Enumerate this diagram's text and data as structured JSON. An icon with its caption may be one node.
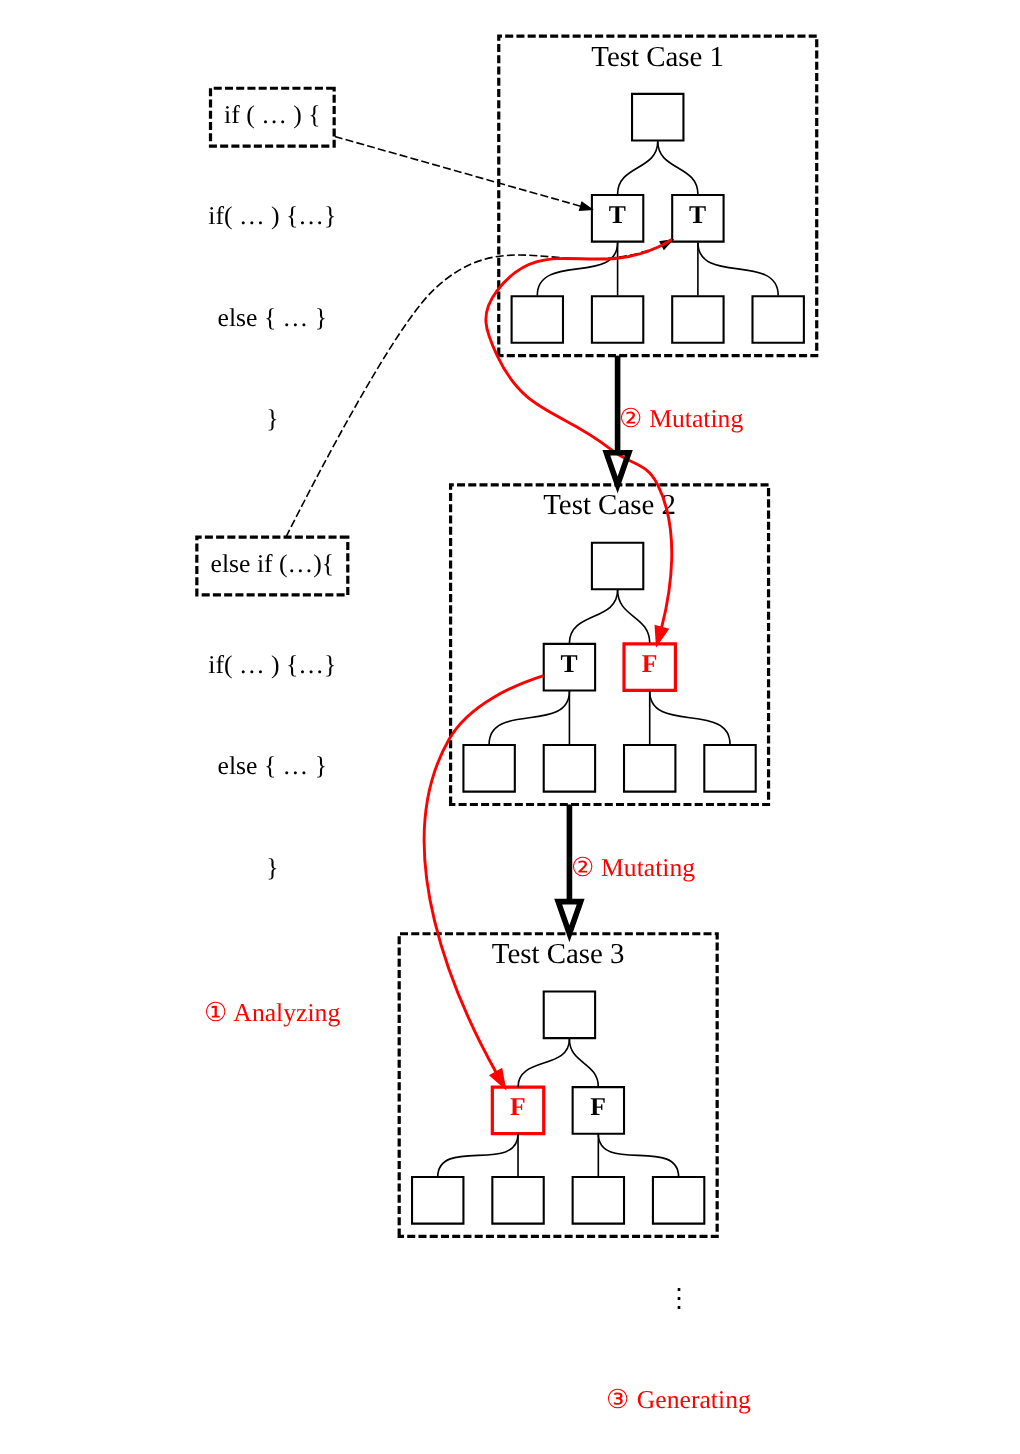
{
  "diagram": {
    "nodes": [
      {
        "text": [
          "if ( … ) {"
        ]
      },
      {
        "text": [
          "else if (…){"
        ]
      },
      {
        "text": [
          "Test Case 1"
        ]
      },
      {
        "text": [],
        "shape": "box",
        "in": 2
      },
      {
        "text": [
          "T"
        ],
        "in": 2
      },
      {
        "text": [
          "T"
        ],
        "in": 2
      },
      {
        "text": [],
        "shape": "box",
        "in": 2
      },
      {
        "text": [],
        "shape": "box",
        "in": 2
      },
      {
        "text": [],
        "shape": "box",
        "in": 2
      },
      {
        "text": [],
        "shape": "box",
        "in": 2
      },
      {
        "text": [
          "Test Case 2"
        ]
      },
      {
        "text": [],
        "shape": "box",
        "in": 10
      },
      {
        "text": [
          "T"
        ],
        "in": 10
      },
      {
        "text": [
          "F"
        ],
        "in": 10
      },
      {
        "text": [],
        "shape": "box",
        "in": 10
      },
      {
        "text": [],
        "shape": "box",
        "in": 10
      },
      {
        "text": [],
        "shape": "box",
        "in": 10
      },
      {
        "text": [],
        "shape": "box",
        "in": 10
      },
      {
        "text": [
          "Test Case 3"
        ]
      },
      {
        "text": [],
        "shape": "box",
        "in": 18
      },
      {
        "text": [
          "F"
        ],
        "in": 18
      },
      {
        "text": [
          "F"
        ],
        "in": 18
      },
      {
        "text": [],
        "shape": "box",
        "in": 18
      },
      {
        "text": [],
        "shape": "box",
        "in": 18
      },
      {
        "text": [],
        "shape": "box",
        "in": 18
      },
      {
        "text": [],
        "shape": "box",
        "in": 18
      }
    ],
    "edges": [
      {
        "from": 3,
        "to": 4,
        "arrow": "none"
      },
      {
        "from": 3,
        "to": 5,
        "arrow": "none"
      },
      {
        "from": 4,
        "to": 6,
        "arrow": "none"
      },
      {
        "from": 4,
        "to": 7,
        "arrow": "none"
      },
      {
        "from": 5,
        "to": 8,
        "arrow": "none"
      },
      {
        "from": 5,
        "to": 9,
        "arrow": "none"
      },
      {
        "from": 0,
        "to": 4,
        "arrow": "to",
        "style": "dashed"
      },
      {
        "from": 1,
        "to": 5,
        "arrow": "to",
        "style": "dashed"
      },
      {
        "from": 2,
        "to": 10,
        "arrow": "to",
        "label": "② Mutating",
        "style": "thick"
      },
      {
        "from": 11,
        "to": 12,
        "arrow": "none"
      },
      {
        "from": 11,
        "to": 13,
        "arrow": "none"
      },
      {
        "from": 12,
        "to": 14,
        "arrow": "none"
      },
      {
        "from": 12,
        "to": 15,
        "arrow": "none"
      },
      {
        "from": 13,
        "to": 16,
        "arrow": "none"
      },
      {
        "from": 13,
        "to": 17,
        "arrow": "none"
      },
      {
        "from": 5,
        "to": 13,
        "arrow": "to",
        "color": "#ff0000"
      },
      {
        "from": 10,
        "to": 18,
        "arrow": "to",
        "label": "② Mutating",
        "style": "thick"
      },
      {
        "from": 19,
        "to": 20,
        "arrow": "none"
      },
      {
        "from": 19,
        "to": 21,
        "arrow": "none"
      },
      {
        "from": 20,
        "to": 22,
        "arrow": "none"
      },
      {
        "from": 20,
        "to": 23,
        "arrow": "none"
      },
      {
        "from": 21,
        "to": 24,
        "arrow": "none"
      },
      {
        "from": 21,
        "to": 25,
        "arrow": "none"
      },
      {
        "from": 12,
        "to": 20,
        "arrow": "to",
        "color": "#ff0000"
      }
    ],
    "labels": [
      "if( … ) {…}",
      "else { … }",
      "}",
      "if( … ) {…}",
      "else { … }",
      "}",
      "① Analyzing",
      "⋮",
      "③ Generating"
    ]
  }
}
